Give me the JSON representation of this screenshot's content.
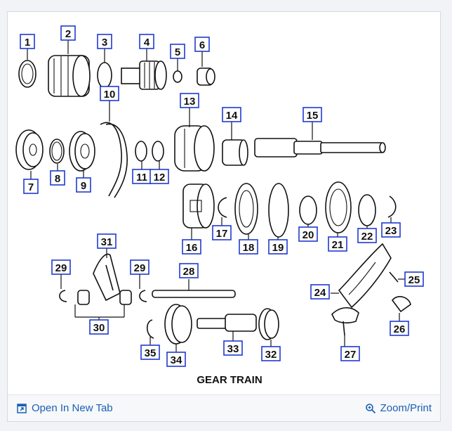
{
  "figure": {
    "caption": "GEAR TRAIN",
    "callouts": [
      "1",
      "2",
      "3",
      "4",
      "5",
      "6",
      "7",
      "8",
      "9",
      "10",
      "11",
      "12",
      "13",
      "14",
      "15",
      "16",
      "17",
      "18",
      "19",
      "20",
      "21",
      "22",
      "23",
      "24",
      "25",
      "26",
      "27",
      "28",
      "29",
      "29",
      "30",
      "31",
      "32",
      "33",
      "34",
      "35"
    ]
  },
  "footer": {
    "open_label": "Open In New Tab",
    "zoom_label": "Zoom/Print",
    "open_icon": "open-in-new-tab-icon",
    "zoom_icon": "zoom-icon",
    "link_color": "#1a5fb4"
  }
}
